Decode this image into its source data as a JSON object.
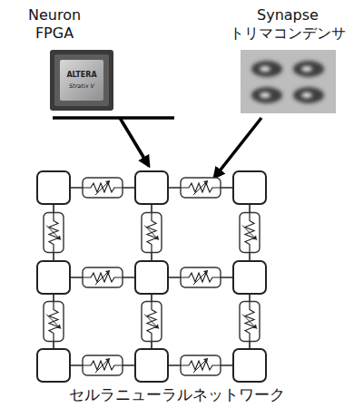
{
  "diagram": {
    "caption": "セルラニューラルネットワーク",
    "nodes": [
      {
        "text": []
      },
      {
        "text": []
      },
      {
        "text": []
      },
      {
        "text": []
      },
      {
        "text": []
      },
      {
        "text": []
      },
      {
        "text": []
      },
      {
        "text": []
      },
      {
        "text": []
      }
    ],
    "edges": [
      {
        "from": 0,
        "to": 1,
        "arrow": "none"
      },
      {
        "from": 1,
        "to": 2,
        "arrow": "none"
      },
      {
        "from": 0,
        "to": 3,
        "arrow": "none"
      },
      {
        "from": 1,
        "to": 4,
        "arrow": "none"
      },
      {
        "from": 2,
        "to": 5,
        "arrow": "none"
      },
      {
        "from": 3,
        "to": 4,
        "arrow": "none"
      },
      {
        "from": 4,
        "to": 5,
        "arrow": "none"
      },
      {
        "from": 3,
        "to": 6,
        "arrow": "none"
      },
      {
        "from": 4,
        "to": 7,
        "arrow": "none"
      },
      {
        "from": 5,
        "to": 8,
        "arrow": "none"
      },
      {
        "from": 6,
        "to": 7,
        "arrow": "none"
      },
      {
        "from": 7,
        "to": 8,
        "arrow": "none"
      }
    ],
    "labels": [
      "Neuron",
      "FPGA",
      "ALTERA",
      "Stratix V",
      "Synapse",
      "トリマコンデンサ"
    ]
  }
}
